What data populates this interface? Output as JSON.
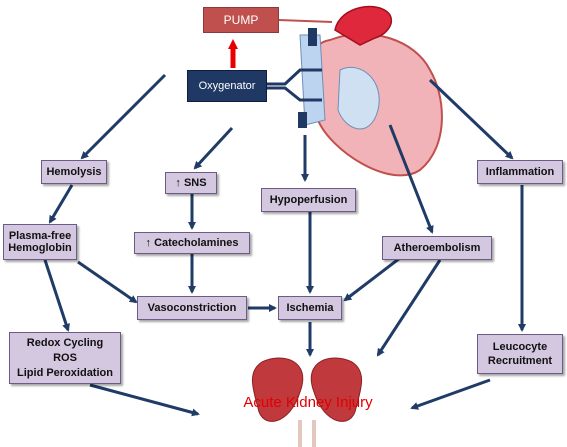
{
  "device": {
    "pump_label": "PUMP",
    "oxygenator_label": "Oxygenator"
  },
  "nodes": {
    "hemolysis": "Hemolysis",
    "plasma_free_hemoglobin": [
      "Plasma-free",
      "Hemoglobin"
    ],
    "redox": [
      "Redox Cycling",
      "ROS",
      "Lipid Peroxidation"
    ],
    "sns": "↑ SNS",
    "catecholamines": "↑ Catecholamines",
    "vasoconstriction": "Vasoconstriction",
    "hypoperfusion": "Hypoperfusion",
    "ischemia": "Ischemia",
    "atheroembolism": "Atheroembolism",
    "inflammation": "Inflammation",
    "leucocyte_recruitment": [
      "Leucocyte",
      "Recruitment"
    ]
  },
  "outcome": "Acute Kidney Injury",
  "colors": {
    "arrow": "#1f3b66",
    "box_fill": "#d4c7e0",
    "pump": "#c0504d",
    "oxygenator": "#1f3864",
    "outcome_text": "#e00000"
  }
}
